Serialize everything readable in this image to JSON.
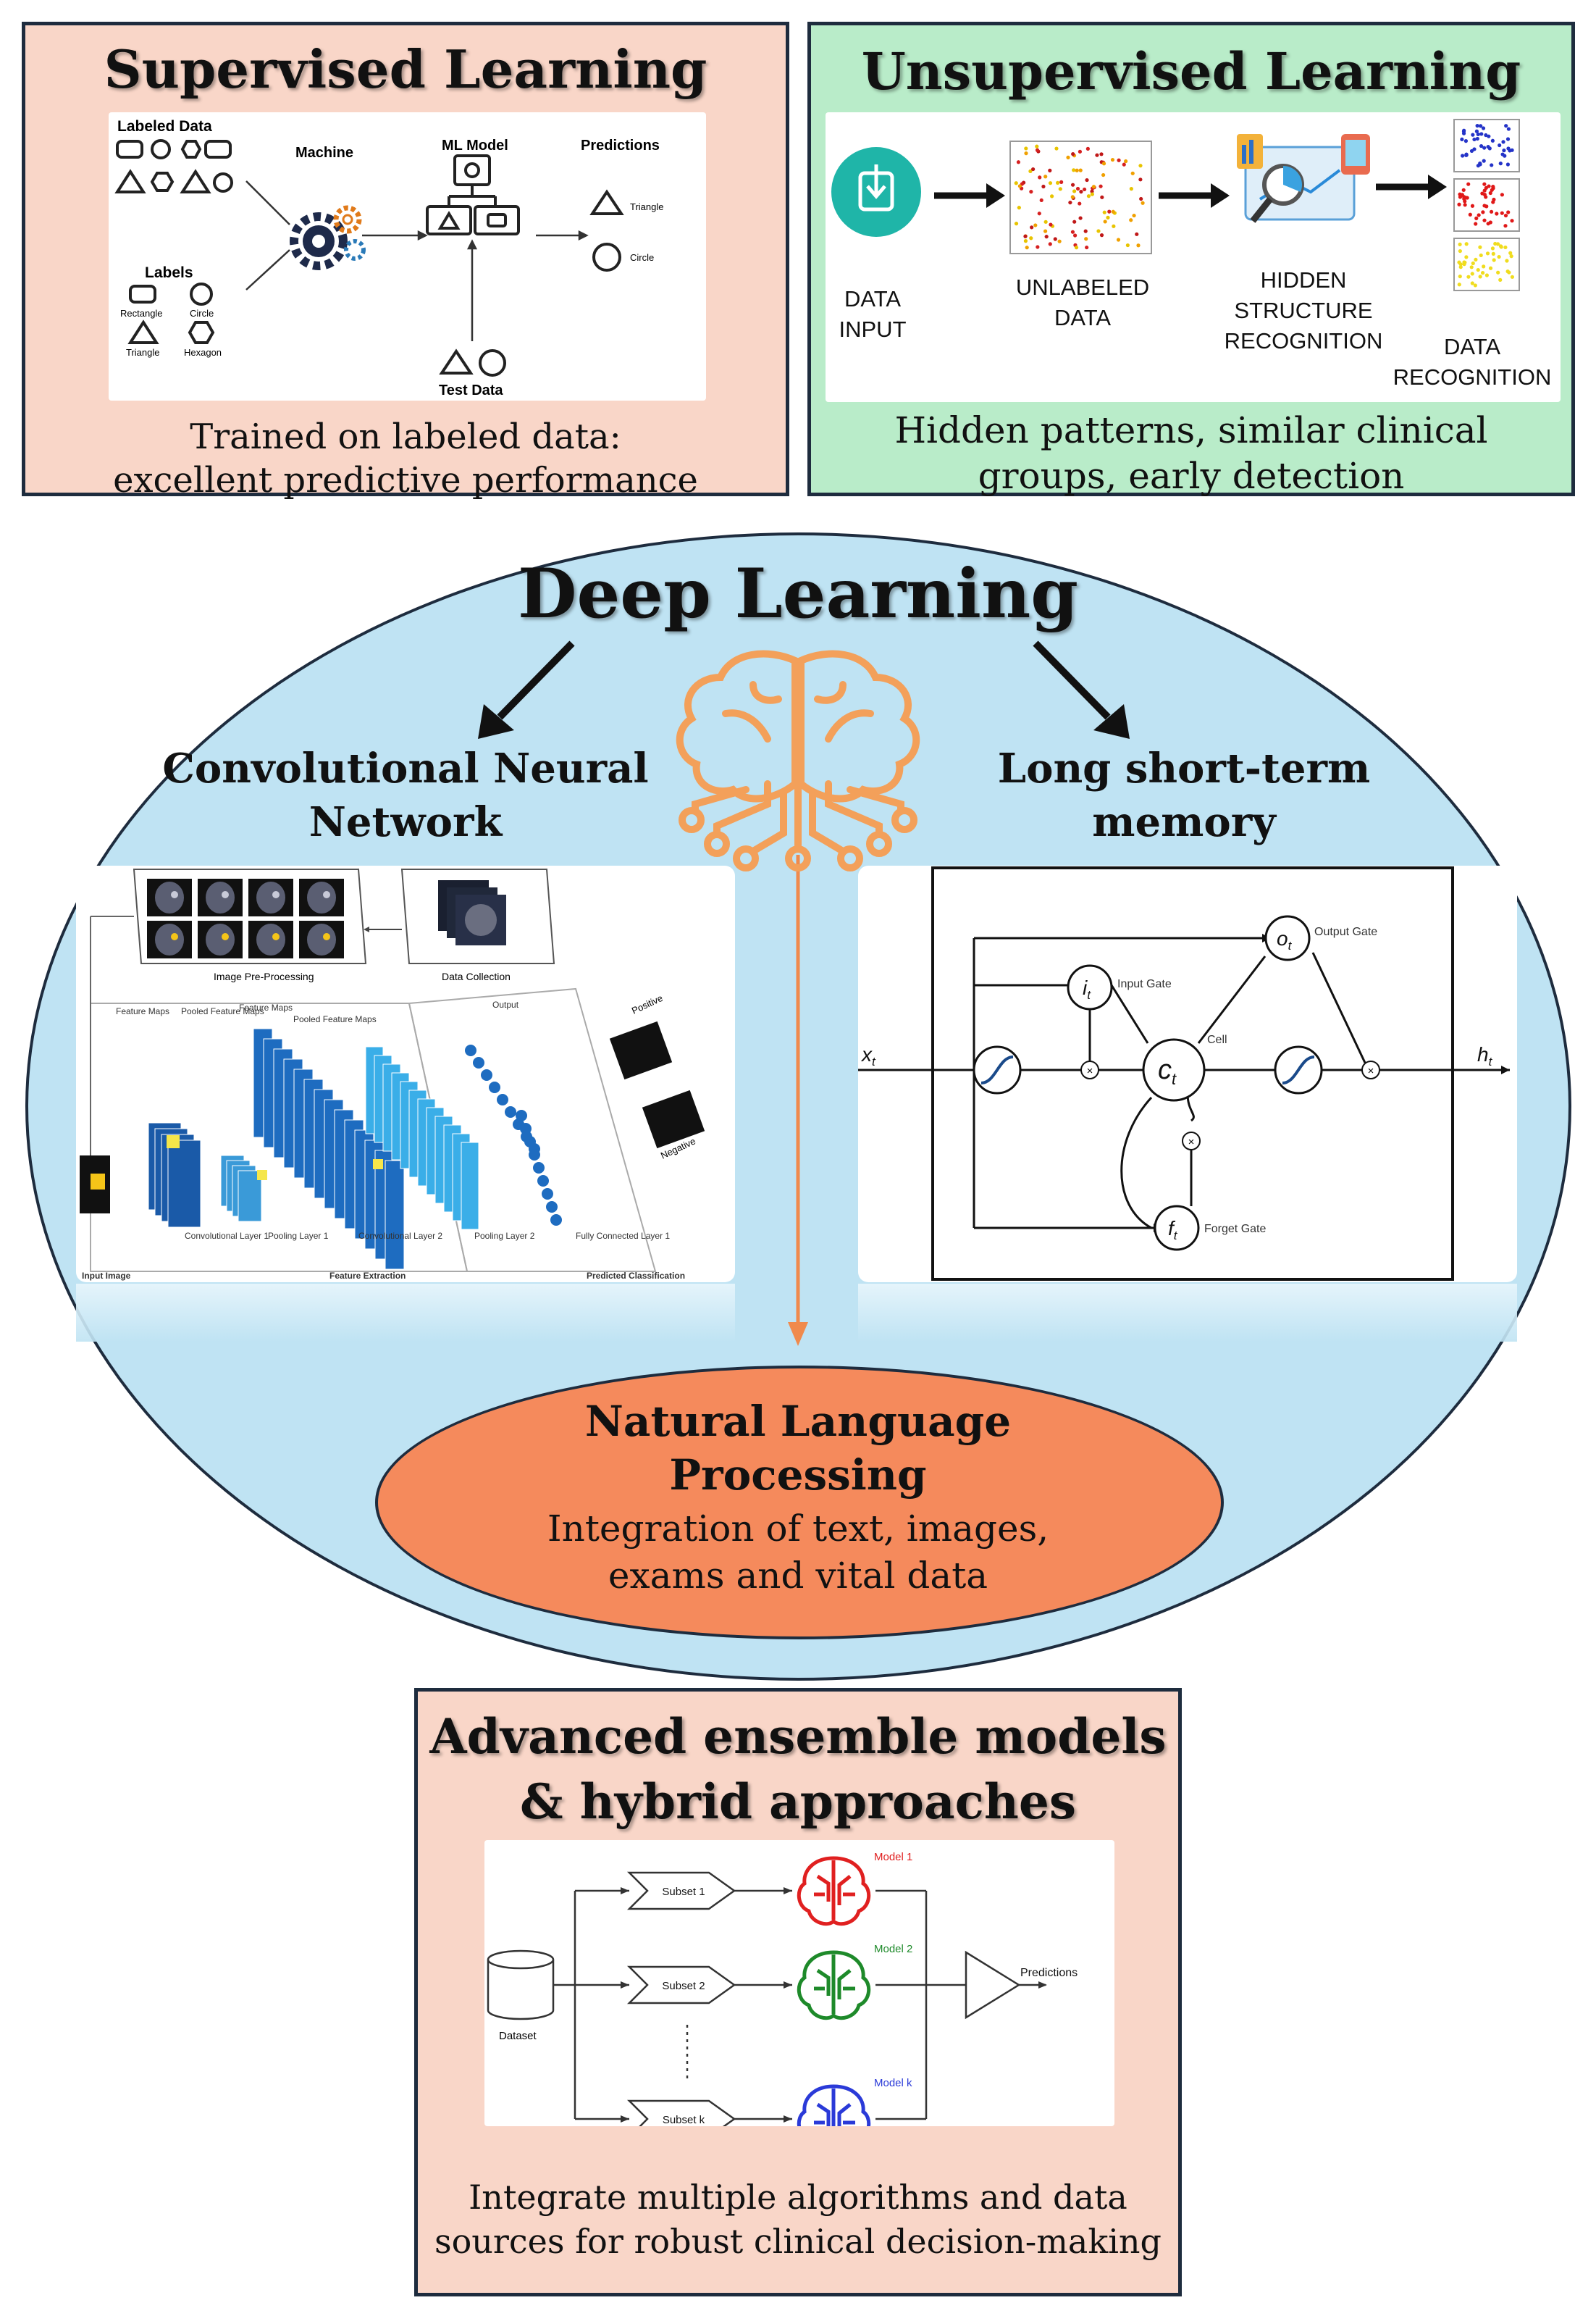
{
  "supervised": {
    "title": "Supervised Learning",
    "labeled_data": "Labeled Data",
    "labels": "Labels",
    "label_rectangle": "Rectangle",
    "label_circle": "Circle",
    "label_triangle": "Triangle",
    "label_hexagon": "Hexagon",
    "machine": "Machine",
    "ml_model": "ML Model",
    "predictions": "Predictions",
    "pred_triangle": "Triangle",
    "pred_circle": "Circle",
    "test_data": "Test Data",
    "caption_line1": "Trained on labeled data:",
    "caption_line2": "excellent predictive performance"
  },
  "unsupervised": {
    "title": "Unsupervised Learning",
    "step1_line1": "DATA",
    "step1_line2": "INPUT",
    "step2_line1": "UNLABELED",
    "step2_line2": "DATA",
    "step3_line1": "HIDDEN",
    "step3_line2": "STRUCTURE",
    "step3_line3": "RECOGNITION",
    "step4_line1": "DATA",
    "step4_line2": "RECOGNITION",
    "caption_line1": "Hidden patterns, similar clinical",
    "caption_line2": "groups, early detection"
  },
  "deep": {
    "title": "Deep Learning",
    "cnn_line1": "Convolutional Neural",
    "cnn_line2": "Network",
    "lstm_line1": "Long short-term",
    "lstm_line2": "memory",
    "cnn_img": {
      "pre_processing": "Image Pre-Processing",
      "data_collection": "Data Collection",
      "feature_maps": "Feature Maps",
      "pooled_feature_maps": "Pooled Feature Maps",
      "feature_maps_2": "Feature Maps",
      "pooled_feature_maps_2": "Pooled Feature Maps",
      "output": "Output",
      "positive": "Positive",
      "negative": "Negative",
      "conv1": "Convolutional Layer 1",
      "pool1": "Pooling Layer 1",
      "conv2": "Convolutional Layer 2",
      "pool2": "Pooling Layer 2",
      "fc1": "Fully Connected Layer 1",
      "input_image": "Input Image",
      "feature_extraction": "Feature Extraction",
      "predicted_classification": "Predicted Classification"
    },
    "lstm_img": {
      "xt": "x",
      "ht": "h",
      "it": "i",
      "ct": "c",
      "ot": "o",
      "ft": "f",
      "sub": "t",
      "input_gate": "Input Gate",
      "output_gate": "Output Gate",
      "forget_gate": "Forget Gate",
      "cell": "Cell",
      "times": "×"
    }
  },
  "nlp": {
    "title_line1": "Natural Language",
    "title_line2": "Processing",
    "text_line1": "Integration of text, images,",
    "text_line2": "exams and vital data"
  },
  "ensemble": {
    "title_line1": "Advanced ensemble models",
    "title_line2": "& hybrid approaches",
    "dataset": "Dataset",
    "subset1": "Subset 1",
    "subset2": "Subset 2",
    "subsetk": "Subset k",
    "model1": "Model 1",
    "model2": "Model 2",
    "modelk": "Model k",
    "predictions": "Predictions",
    "caption_line1": "Integrate multiple algorithms and data",
    "caption_line2": "sources for robust clinical decision-making"
  },
  "colors": {
    "supervised_bg": "#f9d6c8",
    "unsupervised_bg": "#b9ecc9",
    "deep_bg": "#bfe3f3",
    "nlp_fill": "#f58a5c",
    "ensemble_bg": "#f9d6c8",
    "brain": "#f3a05a",
    "model1": "#e02020",
    "model2": "#1e8a2a",
    "modelk": "#2a3ad8"
  }
}
